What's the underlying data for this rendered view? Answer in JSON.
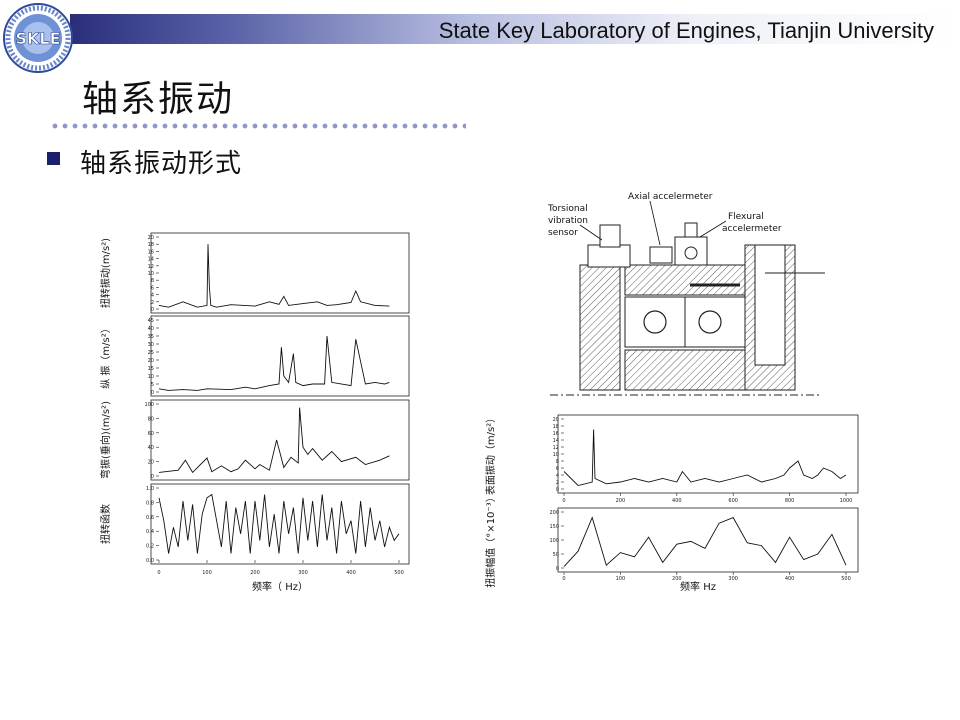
{
  "header": {
    "institution": "State Key Laboratory of Engines, Tianjin   University",
    "logo_text": "SKLE"
  },
  "page": {
    "title": "轴系振动",
    "bullet": "轴系振动形式"
  },
  "colors": {
    "header_dark": "#2a2e7a",
    "bullet": "#1b1f6e",
    "dots": "#8f97c8"
  },
  "left_figure": {
    "xaxis_label": "频率（ Hz）",
    "xticks": [
      "0",
      "100",
      "200",
      "300",
      "400",
      "500"
    ]
  },
  "right_figure": {
    "xaxis_label": "频率 Hz",
    "top_xticks": [
      "0",
      "200",
      "400",
      "600",
      "800",
      "1000"
    ],
    "bottom_xticks": [
      "0",
      "100",
      "200",
      "300",
      "400",
      "500"
    ]
  },
  "diagram": {
    "labels": {
      "axial": "Axial accelermeter",
      "torsional_1": "Torsional",
      "torsional_2": "vibration",
      "torsional_3": "sensor",
      "flexural_1": "Flexural",
      "flexural_2": "accelermeter"
    }
  },
  "chart_data": [
    {
      "type": "line",
      "ylabel": "扭转振动(m/s²)",
      "yticks": [
        "0",
        "2",
        "4",
        "6",
        "8",
        "10",
        "12",
        "14",
        "16",
        "18",
        "20"
      ],
      "ylim": [
        0,
        20
      ],
      "xlim": [
        0,
        500
      ],
      "x": [
        0,
        20,
        50,
        80,
        100,
        102,
        105,
        108,
        120,
        150,
        200,
        230,
        250,
        260,
        270,
        300,
        330,
        350,
        370,
        400,
        410,
        420,
        450,
        480
      ],
      "y": [
        1,
        0.5,
        2,
        0.5,
        1,
        18,
        6,
        1,
        0.5,
        1.2,
        0.8,
        2,
        1.3,
        3.5,
        1,
        1.5,
        2,
        1,
        1.2,
        1.8,
        5,
        2,
        1,
        0.8
      ]
    },
    {
      "type": "line",
      "ylabel": "纵 振（m/s²）",
      "yticks": [
        "0",
        "5",
        "10",
        "15",
        "20",
        "25",
        "30",
        "35",
        "40",
        "45"
      ],
      "ylim": [
        0,
        45
      ],
      "xlim": [
        0,
        500
      ],
      "x": [
        0,
        20,
        50,
        80,
        100,
        150,
        180,
        200,
        230,
        250,
        255,
        260,
        270,
        280,
        285,
        300,
        320,
        345,
        350,
        360,
        400,
        410,
        430,
        450,
        470,
        480
      ],
      "y": [
        2,
        1,
        1.5,
        1,
        2,
        1.5,
        3,
        2,
        4,
        5,
        28,
        10,
        6,
        24,
        6,
        4,
        5,
        5,
        35,
        6,
        4,
        33,
        5,
        6,
        5,
        6
      ]
    },
    {
      "type": "line",
      "ylabel": "弯振(垂向)(m/s²)",
      "yticks": [
        "0",
        "20",
        "40",
        "60",
        "80",
        "100"
      ],
      "ylim": [
        0,
        100
      ],
      "xlim": [
        0,
        500
      ],
      "x": [
        0,
        40,
        55,
        70,
        100,
        110,
        130,
        150,
        165,
        180,
        200,
        210,
        230,
        245,
        260,
        275,
        290,
        293,
        300,
        310,
        320,
        340,
        360,
        380,
        410,
        430,
        460,
        480
      ],
      "y": [
        5,
        8,
        22,
        5,
        25,
        6,
        14,
        6,
        10,
        22,
        10,
        16,
        8,
        50,
        12,
        26,
        18,
        95,
        40,
        30,
        38,
        22,
        34,
        20,
        26,
        16,
        22,
        28
      ]
    },
    {
      "type": "line",
      "ylabel": "扭转函数",
      "yticks": [
        "0.0",
        "0.2",
        "0.4",
        "0.6",
        "0.8",
        "1.0"
      ],
      "ylim": [
        0,
        1.1
      ],
      "xlim": [
        0,
        500
      ],
      "x": [
        0,
        10,
        20,
        30,
        40,
        50,
        60,
        70,
        80,
        90,
        100,
        110,
        120,
        130,
        140,
        150,
        160,
        170,
        180,
        190,
        200,
        210,
        220,
        230,
        240,
        250,
        260,
        270,
        280,
        290,
        300,
        310,
        320,
        330,
        340,
        350,
        360,
        370,
        380,
        390,
        400,
        410,
        420,
        430,
        440,
        450,
        460,
        470,
        480,
        490,
        500
      ],
      "y": [
        0.95,
        0.6,
        0.1,
        0.5,
        0.2,
        0.9,
        0.3,
        0.85,
        0.1,
        0.7,
        0.95,
        1.0,
        0.6,
        0.2,
        0.9,
        0.1,
        0.8,
        0.4,
        0.9,
        0.1,
        0.9,
        0.3,
        1.0,
        0.2,
        0.7,
        0.1,
        0.9,
        0.4,
        0.8,
        0.1,
        0.95,
        0.3,
        0.9,
        0.2,
        1.0,
        0.3,
        0.8,
        0.1,
        0.9,
        0.4,
        0.6,
        0.1,
        0.9,
        0.2,
        0.8,
        0.3,
        0.6,
        0.2,
        0.5,
        0.3,
        0.4
      ]
    },
    {
      "type": "line",
      "ylabel": "表面振动（m/s²）",
      "yticks": [
        "0",
        "2",
        "4",
        "6",
        "8",
        "10",
        "12",
        "14",
        "16",
        "18",
        "20"
      ],
      "ylim": [
        0,
        20
      ],
      "xlim": [
        0,
        1000
      ],
      "x": [
        0,
        50,
        100,
        105,
        110,
        150,
        200,
        250,
        300,
        350,
        400,
        420,
        450,
        500,
        550,
        600,
        650,
        700,
        750,
        780,
        800,
        830,
        850,
        880,
        900,
        920,
        950,
        980,
        1000
      ],
      "y": [
        5,
        1,
        2,
        17,
        3,
        1.5,
        2,
        3,
        2,
        3,
        2,
        5,
        2,
        3,
        2,
        3,
        4,
        2,
        3,
        4,
        6,
        8,
        4,
        3,
        4,
        6,
        5,
        3,
        4
      ]
    },
    {
      "type": "line",
      "ylabel": "扭振幅值（°×10⁻³）",
      "yticks": [
        "0",
        "50",
        "100",
        "150",
        "200"
      ],
      "ylim": [
        0,
        200
      ],
      "xlim": [
        0,
        500
      ],
      "x": [
        0,
        25,
        50,
        75,
        100,
        125,
        150,
        175,
        200,
        225,
        250,
        275,
        300,
        325,
        350,
        375,
        400,
        425,
        450,
        475,
        500
      ],
      "y": [
        5,
        60,
        180,
        10,
        55,
        40,
        110,
        20,
        85,
        95,
        70,
        160,
        180,
        90,
        80,
        20,
        110,
        30,
        50,
        120,
        10
      ]
    }
  ]
}
